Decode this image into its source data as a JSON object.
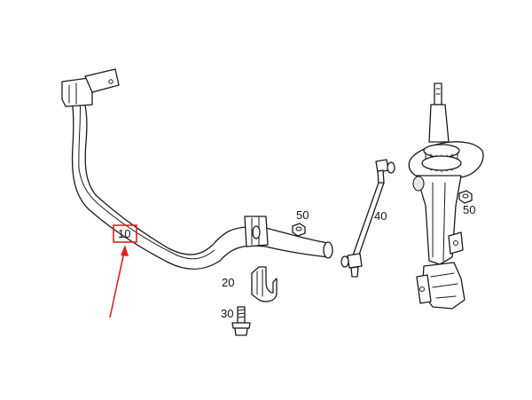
{
  "callouts": {
    "p10": "10",
    "p20": "20",
    "p30": "30",
    "p40": "40",
    "p50_left": "50",
    "p50_right": "50"
  },
  "highlight": {
    "part": "10",
    "box_color": "#e02020",
    "arrow_color": "#e02020"
  },
  "icons": [
    "arrow-up-icon"
  ]
}
